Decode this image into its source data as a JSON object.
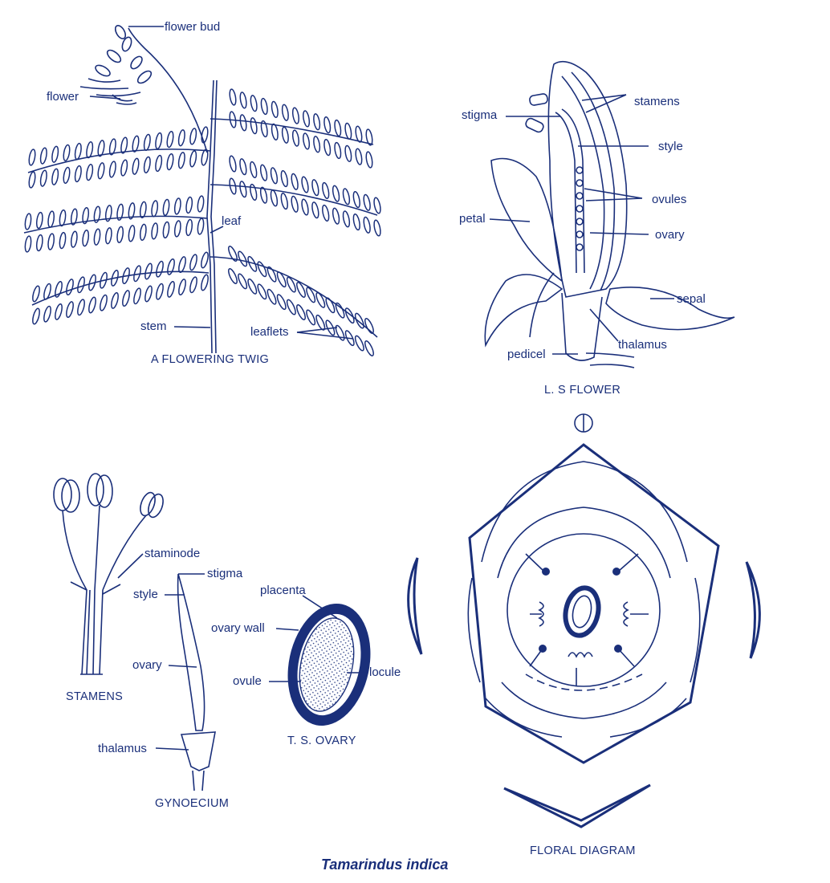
{
  "title": "Tamarindus indica",
  "twig": {
    "caption": "A FLOWERING TWIG",
    "labels": {
      "flower_bud": "flower bud",
      "flower": "flower",
      "leaf": "leaf",
      "stem": "stem",
      "leaflets": "leaflets"
    }
  },
  "ls_flower": {
    "caption": "L. S  FLOWER",
    "labels": {
      "stamens": "stamens",
      "stigma": "stigma",
      "style": "style",
      "ovules": "ovules",
      "petal": "petal",
      "ovary": "ovary",
      "sepal": "sepal",
      "thalamus": "thalamus",
      "pedicel": "pedicel"
    }
  },
  "stamens_fig": {
    "caption": "STAMENS",
    "labels": {
      "staminode": "staminode"
    }
  },
  "gynoecium": {
    "caption": "GYNOECIUM",
    "labels": {
      "stigma": "stigma",
      "style": "style",
      "ovary": "ovary",
      "thalamus": "thalamus"
    }
  },
  "ts_ovary": {
    "caption": "T. S. OVARY",
    "labels": {
      "placenta": "placenta",
      "ovary_wall": "ovary wall",
      "ovule": "ovule",
      "locule": "locule"
    }
  },
  "floral_diagram": {
    "caption": "FLORAL DIAGRAM"
  },
  "colors": {
    "ink": "#1a2f7a",
    "background": "#ffffff"
  }
}
